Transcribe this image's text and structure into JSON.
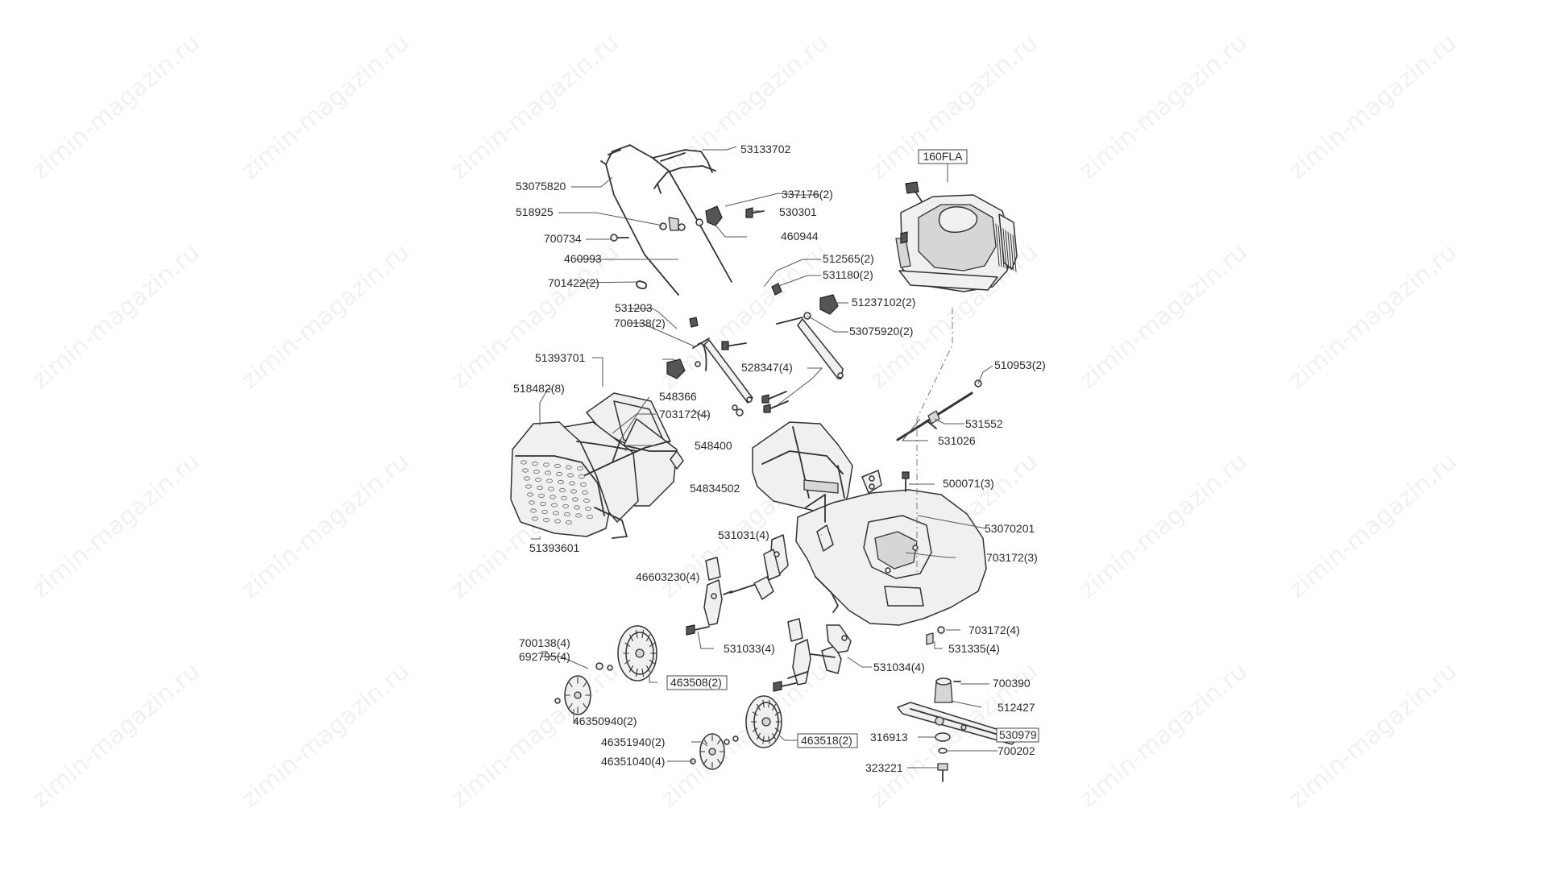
{
  "watermark_text": "zimin-magazin.ru",
  "callouts": {
    "c_53133702": "53133702",
    "c_53075820": "53075820",
    "c_337176": "337176(2)",
    "c_518925": "518925",
    "c_530301": "530301",
    "c_700734": "700734",
    "c_460944": "460944",
    "c_460993": "460993",
    "c_512565": "512565(2)",
    "c_701422": "701422(2)",
    "c_531180": "531180(2)",
    "c_531203": "531203",
    "c_51237102": "51237102(2)",
    "c_700138_2": "700138(2)",
    "c_53075920": "53075920(2)",
    "c_51393701": "51393701",
    "c_528347": "528347(4)",
    "c_518482": "518482(8)",
    "c_548366": "548366",
    "c_703172_4a": "703172(4)",
    "c_548400": "548400",
    "c_54834502": "54834502",
    "c_51393601": "51393601",
    "c_510953": "510953(2)",
    "c_531552": "531552",
    "c_531026": "531026",
    "c_500071": "500071(3)",
    "c_53070201": "53070201",
    "c_531031": "531031(4)",
    "c_703172_3": "703172(3)",
    "c_46603230": "46603230(4)",
    "c_703172_4b": "703172(4)",
    "c_531033": "531033(4)",
    "c_531335": "531335(4)",
    "c_700138_4": "700138(4)",
    "c_692795": "692795(4)",
    "c_531034": "531034(4)",
    "c_700390": "700390",
    "c_463508": "463508(2)",
    "c_512427": "512427",
    "c_46350940": "46350940(2)",
    "c_316913": "316913",
    "c_530979": "530979",
    "c_46351940": "46351940(2)",
    "c_463518": "463518(2)",
    "c_700202": "700202",
    "c_46351040": "46351040(4)",
    "c_323221": "323221",
    "c_160FLA": "160FLA"
  }
}
